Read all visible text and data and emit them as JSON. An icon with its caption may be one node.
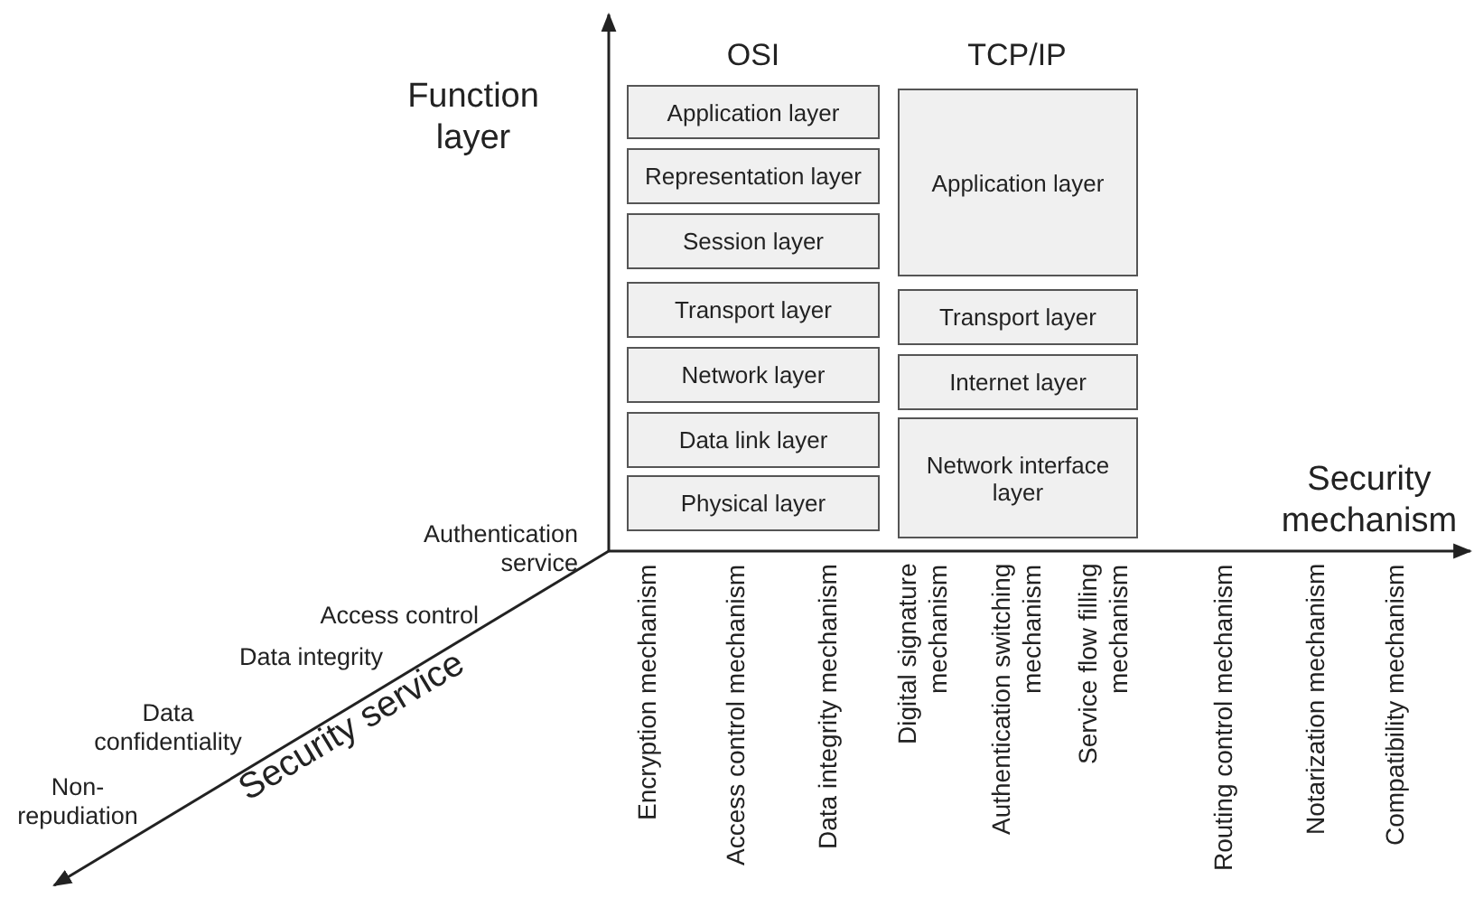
{
  "diagram": {
    "nodes": [
      {
        "text": [
          "Application layer"
        ]
      },
      {
        "text": [
          "Representation layer"
        ]
      },
      {
        "text": [
          "Session layer"
        ]
      },
      {
        "text": [
          "Transport layer"
        ]
      },
      {
        "text": [
          "Network layer"
        ]
      },
      {
        "text": [
          "Data link layer"
        ]
      },
      {
        "text": [
          "Physical layer"
        ]
      },
      {
        "text": [
          "Application layer"
        ]
      },
      {
        "text": [
          "Transport layer"
        ]
      },
      {
        "text": [
          "Internet layer"
        ]
      },
      {
        "text": [
          "Network interface layer"
        ]
      }
    ],
    "edges": [],
    "labels": [
      "Function layer",
      "OSI",
      "TCP/IP",
      "Security mechanism",
      "Authentication service",
      "Access control",
      "Data integrity",
      "Data confidentiality",
      "Non-repudiation",
      "Security service",
      "Encryption mechanism",
      "Access control mechanism",
      "Data integrity mechanism",
      "Digital signature mechanism",
      "Authentication switching mechanism",
      "Service flow filling mechanism",
      "Routing control mechanism",
      "Notarization mechanism",
      "Compatibility mechanism"
    ]
  }
}
